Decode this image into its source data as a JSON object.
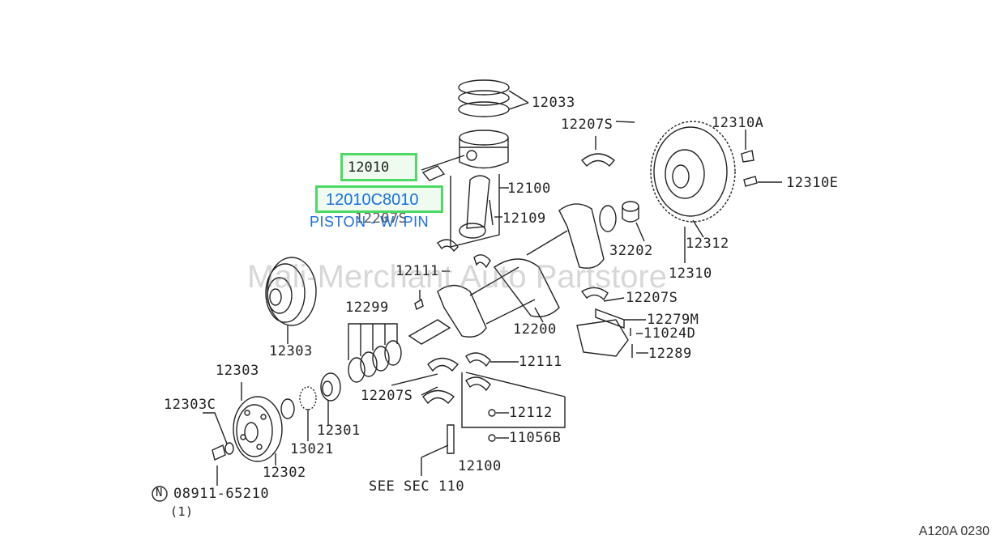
{
  "watermark": "Mali-Merchant Auto Partstore",
  "figure_id": "A120A 0230",
  "highlight": {
    "callout": "12010",
    "part_number": "12010C8010",
    "description": "PISTON - W/ PIN"
  },
  "labels": {
    "l12033": "12033",
    "l12207s_top": "12207S",
    "l12310a": "12310A",
    "l12310e": "12310E",
    "l12100_top": "12100",
    "l12109": "12109",
    "l12207s_mid": "12207S",
    "l32202": "32202",
    "l12312": "12312",
    "l12111_top": "12111",
    "l12310": "12310",
    "l12299": "12299",
    "l12303_pulley": "12303",
    "l12200": "12200",
    "l12207s_right": "12207S",
    "l12279m": "12279M",
    "l11024d": "11024D",
    "l12289": "12289",
    "l12111_bot": "12111",
    "l12303_low": "12303",
    "l12207s_bot": "12207S",
    "l12303c": "12303C",
    "l12301": "12301",
    "l12112": "12112",
    "l13021": "13021",
    "l11056b": "11056B",
    "l12302": "12302",
    "l12100_bot": "12100",
    "see_sec": "SEE SEC 110",
    "n_part": "08911-65210",
    "qty": "(1)"
  },
  "n_symbol": "N"
}
